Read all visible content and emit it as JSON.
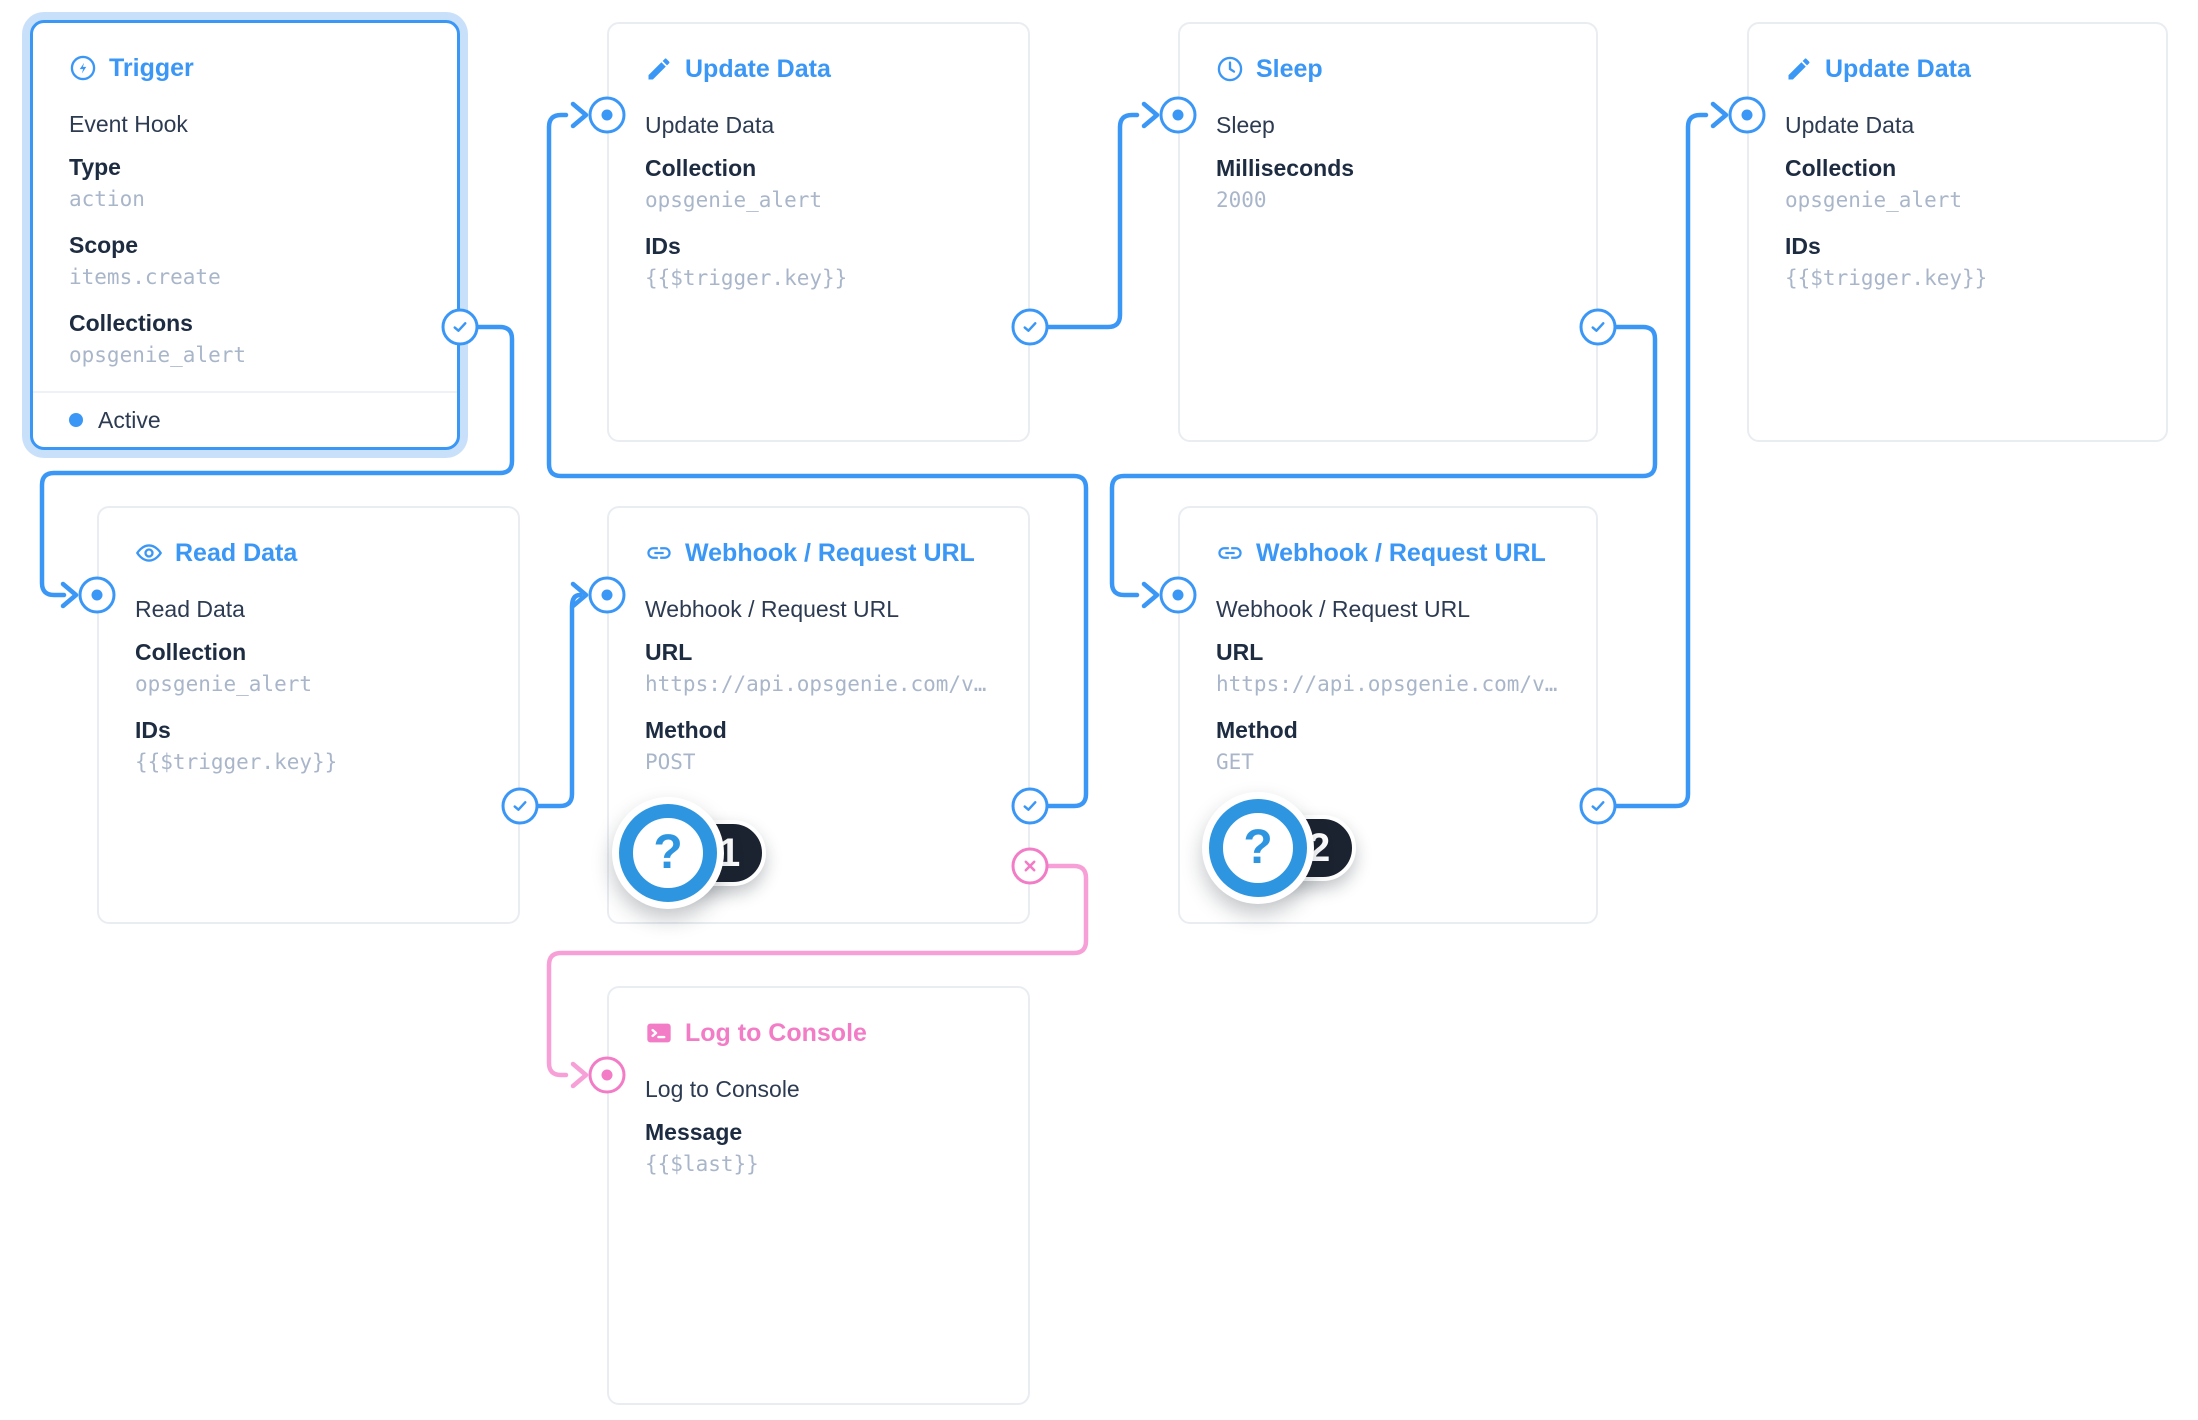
{
  "colors": {
    "accent_blue": "#3b97f6",
    "line_blue": "#3b97f6",
    "accent_pink": "#f27cc6",
    "line_pink": "#f7a0d7",
    "selection_glow": "#c9e0fb",
    "text_dark": "#1e2c42",
    "text_name": "#2d3b52",
    "text_value": "#a9b6ca",
    "card_border": "#e9edf2",
    "badge_bg": "#1c2330"
  },
  "nodes": [
    {
      "title": "Trigger",
      "name": "Event Hook",
      "status": "Active",
      "icon": "zap-circle",
      "fields": [
        {
          "label": "Type",
          "value": "action"
        },
        {
          "label": "Scope",
          "value": "items.create"
        },
        {
          "label": "Collections",
          "value": "opsgenie_alert"
        }
      ]
    },
    {
      "title": "Update Data",
      "name": "Update Data",
      "icon": "pencil",
      "fields": [
        {
          "label": "Collection",
          "value": "opsgenie_alert"
        },
        {
          "label": "IDs",
          "value": "{{$trigger.key}}"
        }
      ]
    },
    {
      "title": "Sleep",
      "name": "Sleep",
      "icon": "clock",
      "fields": [
        {
          "label": "Milliseconds",
          "value": "2000"
        }
      ]
    },
    {
      "title": "Update Data",
      "name": "Update Data",
      "icon": "pencil",
      "fields": [
        {
          "label": "Collection",
          "value": "opsgenie_alert"
        },
        {
          "label": "IDs",
          "value": "{{$trigger.key}}"
        }
      ]
    },
    {
      "title": "Read Data",
      "name": "Read Data",
      "icon": "eye",
      "fields": [
        {
          "label": "Collection",
          "value": "opsgenie_alert"
        },
        {
          "label": "IDs",
          "value": "{{$trigger.key}}"
        }
      ]
    },
    {
      "title": "Webhook / Request URL",
      "name": "Webhook / Request URL",
      "icon": "link",
      "badge": "1",
      "fields": [
        {
          "label": "URL",
          "value": "https://api.opsgenie.com/v…"
        },
        {
          "label": "Method",
          "value": "POST"
        }
      ]
    },
    {
      "title": "Webhook / Request URL",
      "name": "Webhook / Request URL",
      "icon": "link",
      "badge": "2",
      "fields": [
        {
          "label": "URL",
          "value": "https://api.opsgenie.com/v…"
        },
        {
          "label": "Method",
          "value": "GET"
        }
      ]
    },
    {
      "title": "Log to Console",
      "name": "Log to Console",
      "icon": "terminal",
      "fields": [
        {
          "label": "Message",
          "value": "{{$last}}"
        }
      ]
    }
  ]
}
